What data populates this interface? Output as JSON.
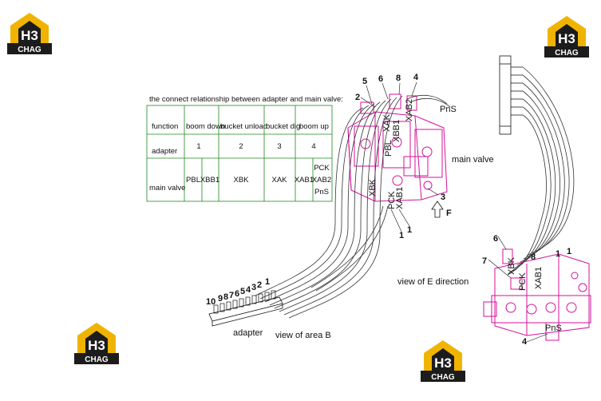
{
  "table": {
    "title": "the connect relationship between adapter and main valve:",
    "row_function": {
      "label": "function",
      "cells": [
        "boom down",
        "bucket unload",
        "bucket dig",
        "boom up"
      ]
    },
    "row_adapter": {
      "label": "adapter",
      "cells": [
        "1",
        "2",
        "3",
        "4"
      ]
    },
    "row_main_valve": {
      "label": "main valve",
      "cells": [
        "PBL",
        "XBB1",
        "XBK",
        "XAK",
        "XAB1",
        "PCK",
        "XAB2",
        "PnS"
      ]
    }
  },
  "main_valve": {
    "title": "main valve",
    "pns": "PnS",
    "arrow_label": "F",
    "numbers": [
      "5",
      "6",
      "8",
      "4",
      "2",
      "3",
      "1",
      "1"
    ],
    "ports": [
      "XAK",
      "XBB1",
      "XAB2",
      "PBL",
      "XBK",
      "PCK",
      "XAB1"
    ]
  },
  "adapter": {
    "label": "adapter",
    "view_label": "view of area B",
    "numbers": [
      "10",
      "9",
      "8",
      "7",
      "6",
      "5",
      "4",
      "3",
      "2",
      "1"
    ]
  },
  "e_view": {
    "label": "view of  E direction",
    "numbers": [
      "6",
      "7",
      "8",
      "1",
      "1",
      "4"
    ],
    "ports": [
      "XBK",
      "PCK",
      "XAB1"
    ],
    "pns": "PnS"
  },
  "logo": {
    "letters": "H3",
    "text": "CHAG"
  },
  "colors": {
    "valve": "#d5119a",
    "table": "#1c8a1c",
    "logo": "#f0b400",
    "dark": "#1c1c1c"
  }
}
